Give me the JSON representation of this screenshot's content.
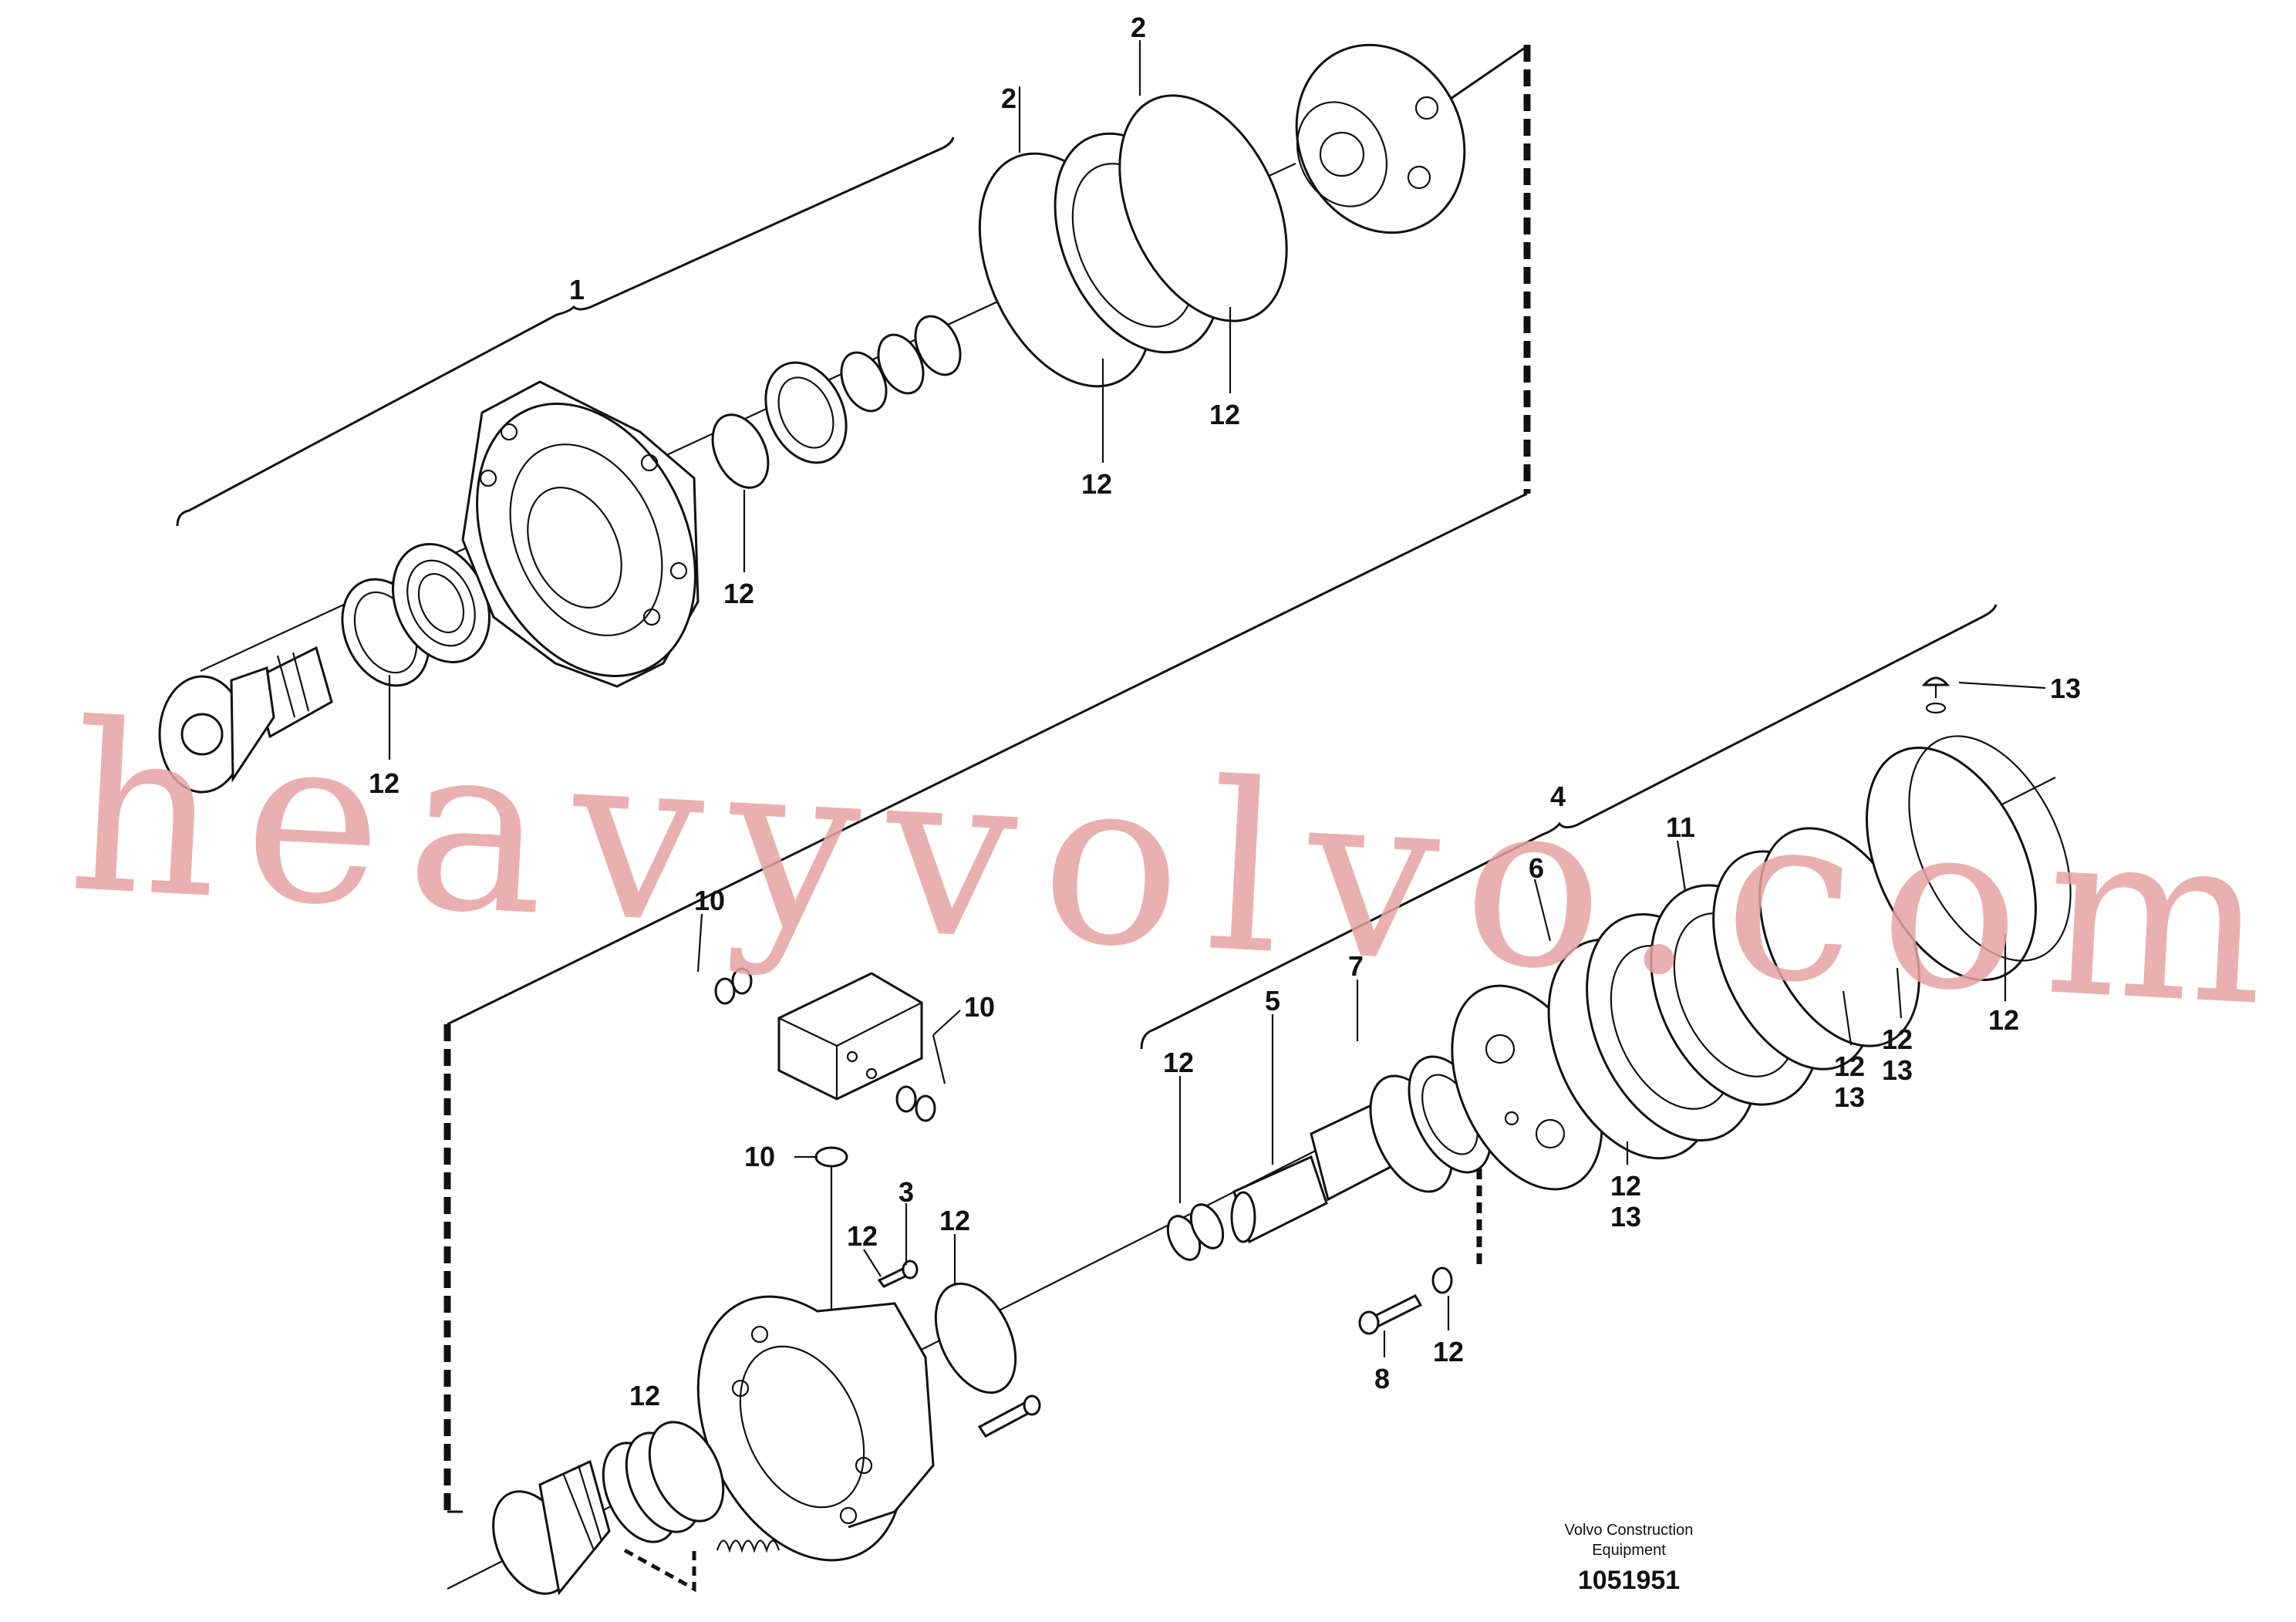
{
  "watermark": "heavyvolvo.com",
  "footer": {
    "company_line1": "Volvo Construction",
    "company_line2": "Equipment",
    "drawing_number": "1051951"
  },
  "callouts": {
    "c1": "1",
    "c2a": "2",
    "c2b": "2",
    "c3": "3",
    "c4": "4",
    "c5": "5",
    "c6": "6",
    "c7": "7",
    "c8": "8",
    "c10a": "10",
    "c10b": "10",
    "c10c": "10",
    "c11": "11",
    "c12_pinion": "12",
    "c12_ring": "12",
    "c12_orings_a": "12",
    "c12_orings_b": "12",
    "c12_seal": "12",
    "c12_oring_lower": "12",
    "c12_screw": "12",
    "c12_shaft": "12",
    "c12_washer": "12",
    "c12_springs": "12",
    "c12_disc_a": "12",
    "c13_disc_a": "13",
    "c12_disc_b": "12",
    "c13_disc_b": "13",
    "c12_disc_c": "12",
    "c13_disc_c": "13",
    "c12_ring_big": "12",
    "c13_plug": "13"
  }
}
